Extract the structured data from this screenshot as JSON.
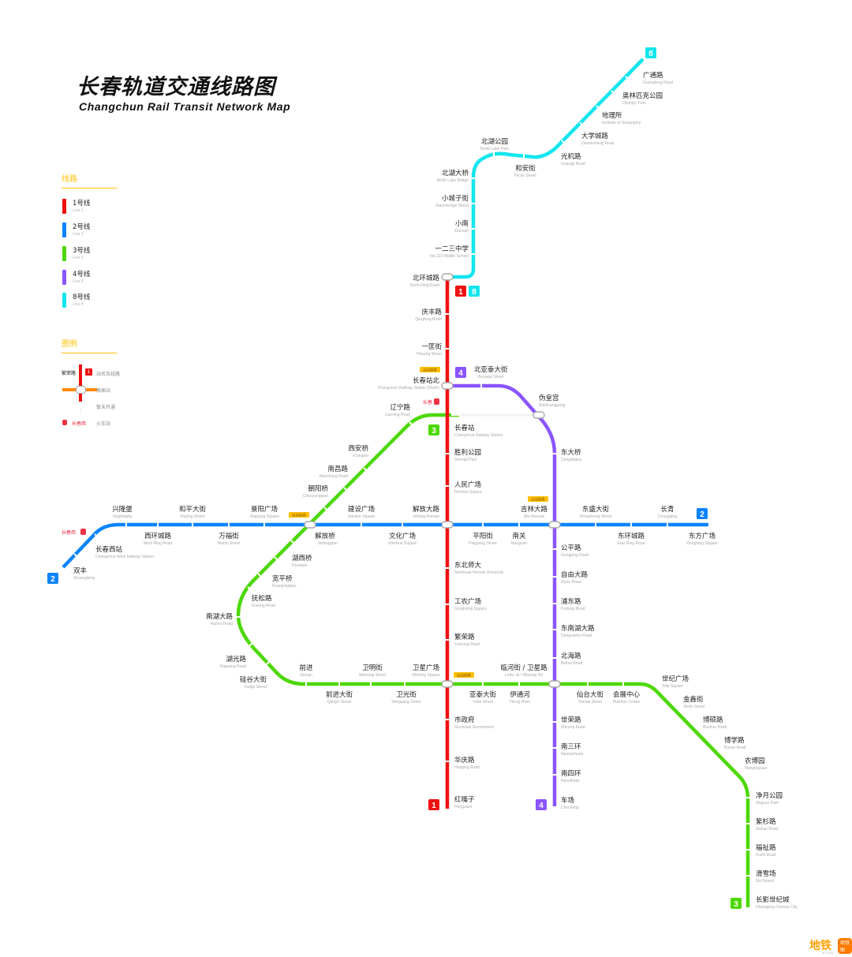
{
  "title": {
    "cn": "长春轨道交通线路图",
    "en": "Changchun Rail Transit Network Map"
  },
  "colors": {
    "line1": "#ee1111",
    "line2": "#0a84ff",
    "line3": "#4cd800",
    "line4": "#8a55ff",
    "line8": "#11e5ee",
    "accent": "#ffc000",
    "transfer": "#ff8a00"
  },
  "legend": {
    "lines_title": "线路",
    "lines": [
      {
        "cn": "1号线",
        "en": "Line 1",
        "color": "#ee1111"
      },
      {
        "cn": "2号线",
        "en": "Line 2",
        "color": "#0a84ff"
      },
      {
        "cn": "3号线",
        "en": "Line 3",
        "color": "#4cd800"
      },
      {
        "cn": "4号线",
        "en": "Line 4",
        "color": "#8a55ff"
      },
      {
        "cn": "8号线",
        "en": "Line 8",
        "color": "#11e5ee"
      }
    ],
    "symbols_title": "图例",
    "sample_station": "繁荣路",
    "sample_badge": "1",
    "symbols": {
      "station": "站名及线路",
      "transfer": "换乘站",
      "inactive": "暂未开通",
      "rail": "火车站",
      "rail_name": "长春西"
    }
  },
  "line_badges": {
    "line1_a": "1",
    "line1_b": "1",
    "line2_a": "2",
    "line2_b": "2",
    "line3_a": "3",
    "line3_b": "3",
    "line4_a": "4",
    "line4_b": "4",
    "line8_a": "8",
    "line8_b": "8"
  },
  "transfer_tags": {
    "t1": "出站换乘",
    "t2": "出站换乘",
    "t3": "出站换乘",
    "t4": "出站换乘"
  },
  "rail_stations": {
    "changchun": "长春",
    "changchunxi": "长春西"
  },
  "stations": [
    {
      "cn": "广通路",
      "en": "Guangtong Road"
    },
    {
      "cn": "奥林匹克公园",
      "en": "Olympic Park"
    },
    {
      "cn": "地理所",
      "en": "Institute of Geography"
    },
    {
      "cn": "大学城路",
      "en": "Daxuecheng Road"
    },
    {
      "cn": "光机路",
      "en": "Guangji Road"
    },
    {
      "cn": "北湖公园",
      "en": "North Lake Park"
    },
    {
      "cn": "和安街",
      "en": "He'an Street"
    },
    {
      "cn": "北湖大桥",
      "en": "North Lake Bridge"
    },
    {
      "cn": "小城子街",
      "en": "Xiaochengzi Street"
    },
    {
      "cn": "小南",
      "en": "Xiaonan"
    },
    {
      "cn": "一二三中学",
      "en": "No.123 Middle School"
    },
    {
      "cn": "北环城路",
      "en": "North Ring Road"
    },
    {
      "cn": "庆丰路",
      "en": "Qingfeng Road"
    },
    {
      "cn": "一匡街",
      "en": "Yikuang Street"
    },
    {
      "cn": "长春站北",
      "en": "Changchun Railway Station (North)"
    },
    {
      "cn": "北亚泰大街",
      "en": "Beiyatai Street"
    },
    {
      "cn": "伪皇宫",
      "en": "Weihuanggong"
    },
    {
      "cn": "辽宁路",
      "en": "Liaoning Road"
    },
    {
      "cn": "长春站",
      "en": "Changchun Railway Station"
    },
    {
      "cn": "西安桥",
      "en": "Xi'anqiao"
    },
    {
      "cn": "胜利公园",
      "en": "Shengli Park"
    },
    {
      "cn": "东大桥",
      "en": "Dongdaqiao"
    },
    {
      "cn": "南昌路",
      "en": "Nanchang Road"
    },
    {
      "cn": "人民广场",
      "en": "Renmin Square"
    },
    {
      "cn": "朝阳桥",
      "en": "Chaoyangqiao"
    },
    {
      "cn": "兴隆堡",
      "en": "Xinglongbu"
    },
    {
      "cn": "和平大街",
      "en": "Heping Street"
    },
    {
      "cn": "景阳广场",
      "en": "Jingyang Square"
    },
    {
      "cn": "建设广场",
      "en": "Jianshe Square"
    },
    {
      "cn": "解放大路",
      "en": "Jiefang Avenue"
    },
    {
      "cn": "吉林大路",
      "en": "Jilin Avenue"
    },
    {
      "cn": "东盛大街",
      "en": "Dongsheng Street"
    },
    {
      "cn": "长青",
      "en": "Changqing"
    },
    {
      "cn": "西环城路",
      "en": "West Ring Road"
    },
    {
      "cn": "万福街",
      "en": "Wanfu Street"
    },
    {
      "cn": "解放桥",
      "en": "Jiefangqiao"
    },
    {
      "cn": "文化广场",
      "en": "Wenhua Square"
    },
    {
      "cn": "平阳街",
      "en": "Pingyang Street"
    },
    {
      "cn": "南关",
      "en": "Nanguan"
    },
    {
      "cn": "东环城路",
      "en": "East Ring Road"
    },
    {
      "cn": "东方广场",
      "en": "Dongfang Square"
    },
    {
      "cn": "长春西站",
      "en": "Changchun West Railway Station"
    },
    {
      "cn": "公平路",
      "en": "Gongping Road"
    },
    {
      "cn": "双丰",
      "en": "Shuangfeng"
    },
    {
      "cn": "湖西桥",
      "en": "Huxiqiao"
    },
    {
      "cn": "东北师大",
      "en": "Northeast Normal University"
    },
    {
      "cn": "自由大路",
      "en": "Ziyou Road"
    },
    {
      "cn": "宽平桥",
      "en": "Kuanpingqiao"
    },
    {
      "cn": "抚松路",
      "en": "Fusong Road"
    },
    {
      "cn": "工农广场",
      "en": "Gongnong Square"
    },
    {
      "cn": "浦东路",
      "en": "Pudong Road"
    },
    {
      "cn": "南湖大路",
      "en": "Nanhu Road"
    },
    {
      "cn": "东南湖大路",
      "en": "Dongnanhu Road"
    },
    {
      "cn": "繁荣路",
      "en": "Fanrong Road"
    },
    {
      "cn": "北海路",
      "en": "Beihai Road"
    },
    {
      "cn": "湖光路",
      "en": "Huguang Road"
    },
    {
      "cn": "前进",
      "en": "Qianjin"
    },
    {
      "cn": "卫明街",
      "en": "Weiming Street"
    },
    {
      "cn": "卫星广场",
      "en": "Weixing Square"
    },
    {
      "cn": "临河街 / 卫星路",
      "en": "Linhe St / Weixing Rd"
    },
    {
      "cn": "世纪广场",
      "en": "Shiji Square"
    },
    {
      "cn": "硅谷大街",
      "en": "Guigu Street"
    },
    {
      "cn": "前进大街",
      "en": "Qianjin Street"
    },
    {
      "cn": "卫光街",
      "en": "Weiguang Street"
    },
    {
      "cn": "亚泰大街",
      "en": "Yatai Street"
    },
    {
      "cn": "伊通河",
      "en": "Yitong River"
    },
    {
      "cn": "仙台大街",
      "en": "Xiantai Street"
    },
    {
      "cn": "会展中心",
      "en": "Huizhan Center"
    },
    {
      "cn": "金鑫街",
      "en": "Jinxin Street"
    },
    {
      "cn": "市政府",
      "en": "Municipal Government"
    },
    {
      "cn": "世荣路",
      "en": "Shirong Road"
    },
    {
      "cn": "博硕路",
      "en": "Boshuo Road"
    },
    {
      "cn": "博学路",
      "en": "Boxue Road"
    },
    {
      "cn": "南三环",
      "en": "Nansanhuan"
    },
    {
      "cn": "农博园",
      "en": "Nongboyuan"
    },
    {
      "cn": "华庆路",
      "en": "Huaqing Road"
    },
    {
      "cn": "南四环",
      "en": "Nansihuan"
    },
    {
      "cn": "净月公园",
      "en": "Jingyue Park"
    },
    {
      "cn": "红嘴子",
      "en": "Hongzuizi"
    },
    {
      "cn": "车场",
      "en": "Chechang"
    },
    {
      "cn": "紫杉路",
      "en": "Zishan Road"
    },
    {
      "cn": "福祉路",
      "en": "Fuzhi Road"
    },
    {
      "cn": "滑雪场",
      "en": "Ski Resort"
    },
    {
      "cn": "长影世纪城",
      "en": "Changying Century City"
    }
  ],
  "watermark": {
    "brand": "地铁",
    "tag": "地铁图",
    "site": "dt.8.com"
  }
}
